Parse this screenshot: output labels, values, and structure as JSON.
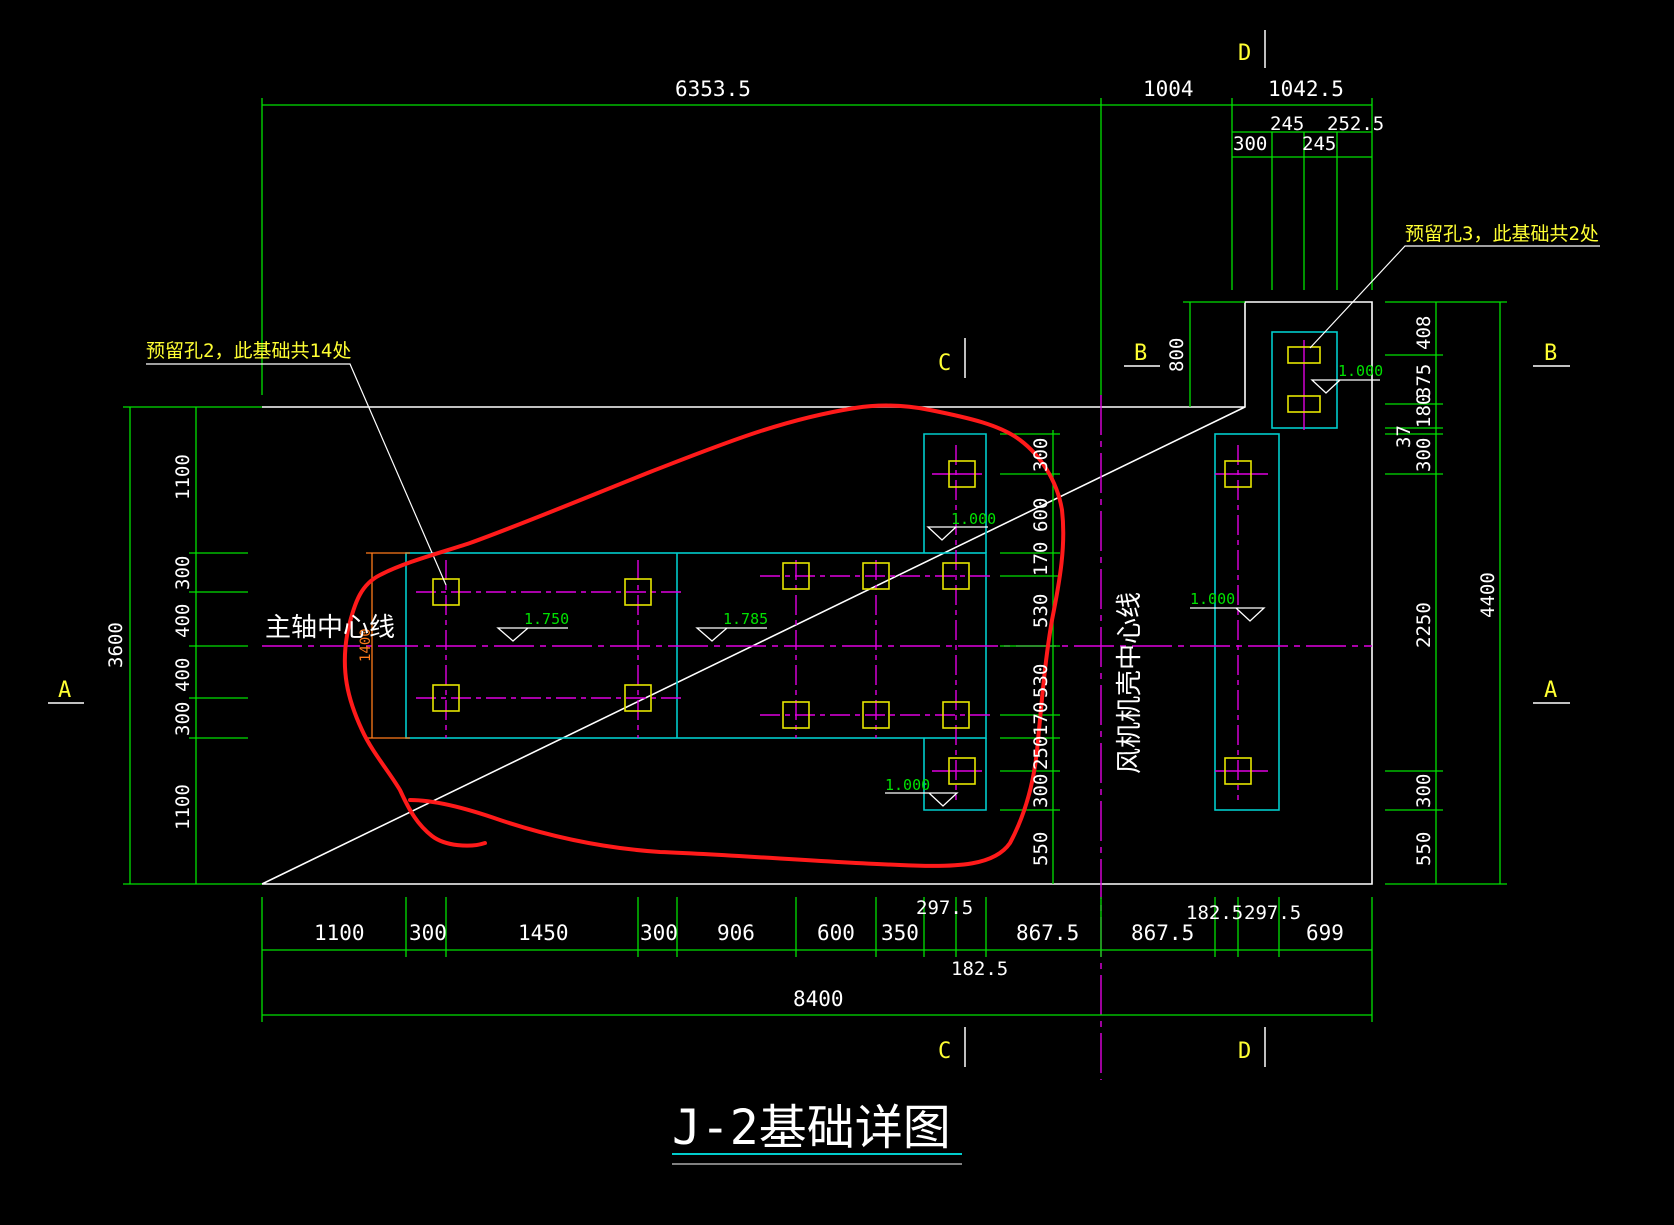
{
  "drawing": {
    "title": "J-2基础详图",
    "main_axis_label": "主轴中心线",
    "fan_axis_label": "风机机壳中心线",
    "note_hole2": "预留孔2，此基础共14处",
    "note_hole3": "预留孔3，此基础共2处",
    "section_markers": {
      "A": "A",
      "B": "B",
      "C": "C",
      "D": "D"
    },
    "elevations": [
      "1.750",
      "1.785",
      "1.000",
      "1.000",
      "1.000",
      "1.000"
    ],
    "orange_dim": "1400"
  },
  "dims_top": [
    "6353.5",
    "1004",
    "1042.5",
    "245",
    "252.5",
    "300",
    "245"
  ],
  "dims_bottom": [
    "1100",
    "300",
    "1450",
    "300",
    "906",
    "600",
    "350",
    "297.5",
    "867.5",
    "867.5",
    "182.5",
    "297.5",
    "699",
    "182.5",
    "8400"
  ],
  "dims_left": [
    "1100",
    "300",
    "400",
    "400",
    "300",
    "1100",
    "3600"
  ],
  "dims_right_outer": [
    "408",
    "375",
    "180",
    "37",
    "300",
    "2250",
    "300",
    "550",
    "4400"
  ],
  "dims_mid": [
    "300",
    "600",
    "170",
    "530",
    "530",
    "170",
    "250",
    "300",
    "550",
    "800"
  ],
  "colors": {
    "background": "#000000",
    "outline": "#ffffff",
    "dimension": "#00e000",
    "pedestal": "#00cccc",
    "hole": "#e6e600",
    "centerline": "#e000e0",
    "markup": "#ff1a1a",
    "leader": "#ffff33",
    "title_underline": "#00cccc"
  }
}
